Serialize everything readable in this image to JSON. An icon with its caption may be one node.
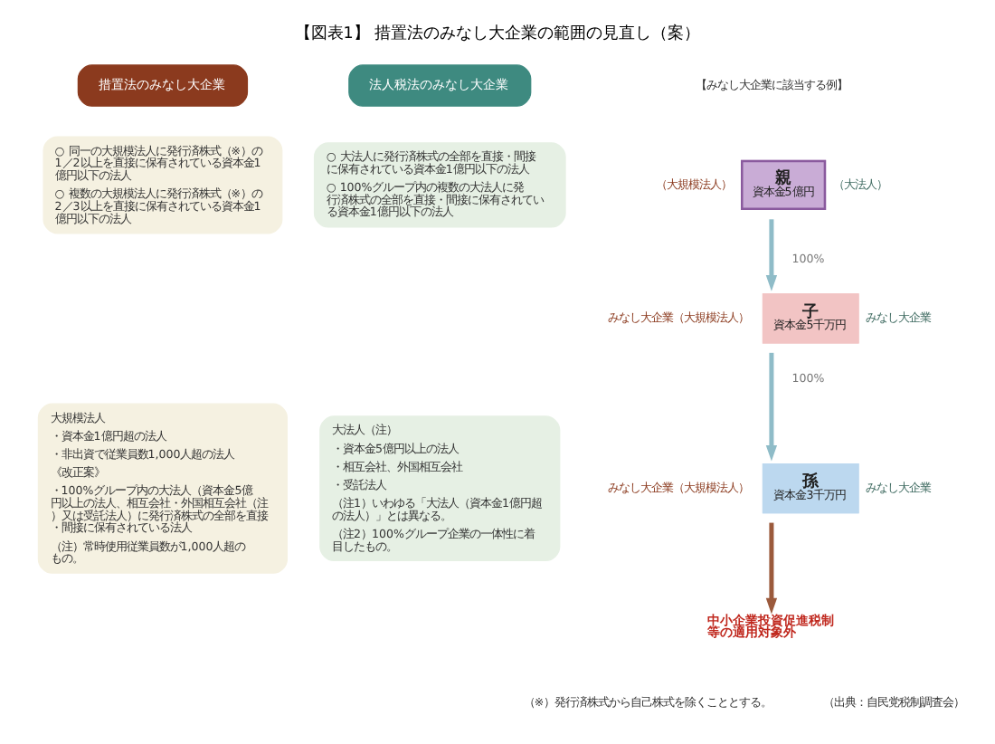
{
  "diagram": {
    "title": "【図表1】 措置法のみなし大企業の範囲の見直し（案）",
    "nodes": [
      {
        "text": [
          "措置法のみなし大企業"
        ]
      },
      {
        "text": [
          "○ 同一の大規模法人に発行済株式（※）の1／2以上を直接に保有されている資本金1億円以下の法人",
          "○ 複数の大規模法人に発行済株式（※）の2／3以上を直接に保有されている資本金1億円以下の法人"
        ]
      },
      {
        "text": [
          "大規模法人",
          "・資本金1億円超の法人",
          "・非出資で従業員数1,000人超の法人",
          "《改正案》",
          "・100%グループ内の大法人（資本金5億円以上の法人、相互会社・外国相互会社（注）又は受託法人）に発行済株式の全部を直接・間接に保有されている法人",
          "（注）常時使用従業員数が1,000人超のもの。"
        ]
      },
      {
        "text": [
          "法人税法のみなし大企業"
        ]
      },
      {
        "text": [
          "○ 大法人に発行済株式の全部を直接・間接に保有されている資本金1億円以下の法人",
          "○ 100%グループ内の複数の大法人に発行済株式の全部を直接・間接に保有されている資本金1億円以下の法人"
        ]
      },
      {
        "text": [
          "大法人（注）",
          "・資本金5億円以上の法人",
          "・相互会社、外国相互会社",
          "・受託法人",
          "（注1）いわゆる「大法人（資本金1億円超の法人）」とは異なる。",
          "（注2）100%グループ企業の一体性に着目したもの。"
        ]
      },
      {
        "text": [
          "親",
          "資本金5億円"
        ],
        "beside": [
          "（大規模法人）",
          "（大法人）"
        ]
      },
      {
        "text": [
          "子",
          "資本金5千万円"
        ],
        "beside": [
          "みなし大企業（大規模法人）",
          "みなし大企業"
        ]
      },
      {
        "text": [
          "孫",
          "資本金3千万円"
        ],
        "beside": [
          "みなし大企業（大規模法人）",
          "みなし大企業"
        ]
      },
      {
        "text": [
          "中小企業投資促進税制等の適用対象外"
        ]
      }
    ],
    "edges": [
      {
        "from": 6,
        "to": 7,
        "arrow": "to",
        "label": "100%"
      },
      {
        "from": 7,
        "to": 8,
        "arrow": "to",
        "label": "100%"
      },
      {
        "from": 8,
        "to": 9,
        "arrow": "to",
        "color": "#9b5a3c"
      }
    ],
    "labels": [
      "【みなし大企業に該当する例】",
      "（※）発行済株式から自己株式を除くこととする。",
      "（出典：自民党税制調査会）"
    ]
  }
}
